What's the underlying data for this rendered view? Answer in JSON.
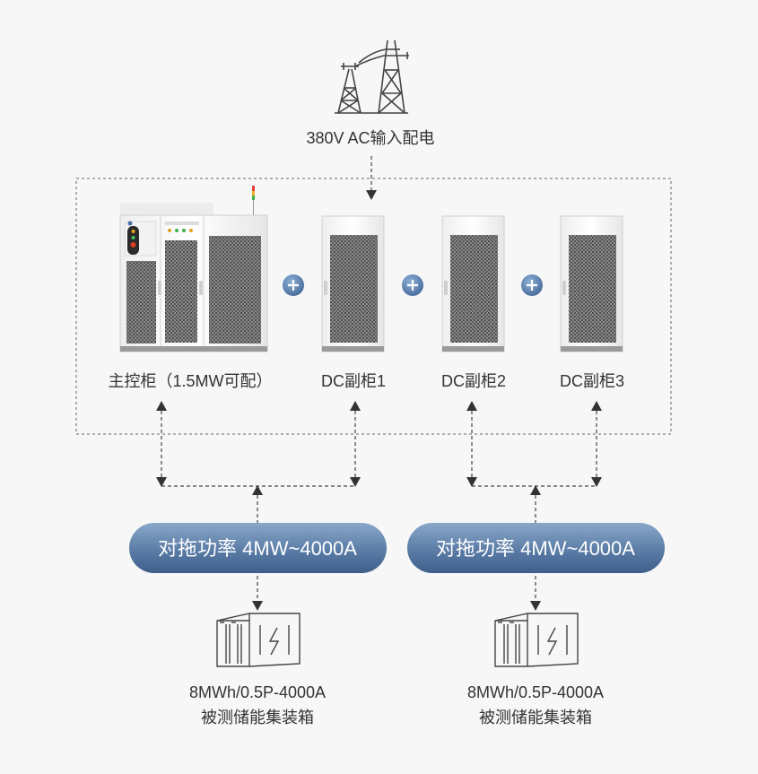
{
  "source": {
    "label": "380V AC输入配电",
    "icon": "power-tower-icon"
  },
  "cabinets": [
    {
      "label": "主控柜（1.5MW可配）",
      "icon": "main-control-cabinet-icon"
    },
    {
      "label": "DC副柜1",
      "icon": "dc-cabinet-icon"
    },
    {
      "label": "DC副柜2",
      "icon": "dc-cabinet-icon"
    },
    {
      "label": "DC副柜3",
      "icon": "dc-cabinet-icon"
    }
  ],
  "connectors": {
    "plus_icon": "plus-circle-icon"
  },
  "pills": [
    {
      "label": "对拖功率 4MW~4000A"
    },
    {
      "label": "对拖功率 4MW~4000A"
    }
  ],
  "containers": [
    {
      "line1": "8MWh/0.5P-4000A",
      "line2": "被测储能集装箱",
      "icon": "storage-container-icon"
    },
    {
      "line1": "8MWh/0.5P-4000A",
      "line2": "被测储能集装箱",
      "icon": "storage-container-icon"
    }
  ],
  "colors": {
    "background": "#f7f7f7",
    "pill_gradient_top": "#8aa7c9",
    "pill_gradient_bottom": "#3d5f8a",
    "plus_badge": "#5b7fae",
    "line": "#444444",
    "grille": "#6a6a6a"
  }
}
